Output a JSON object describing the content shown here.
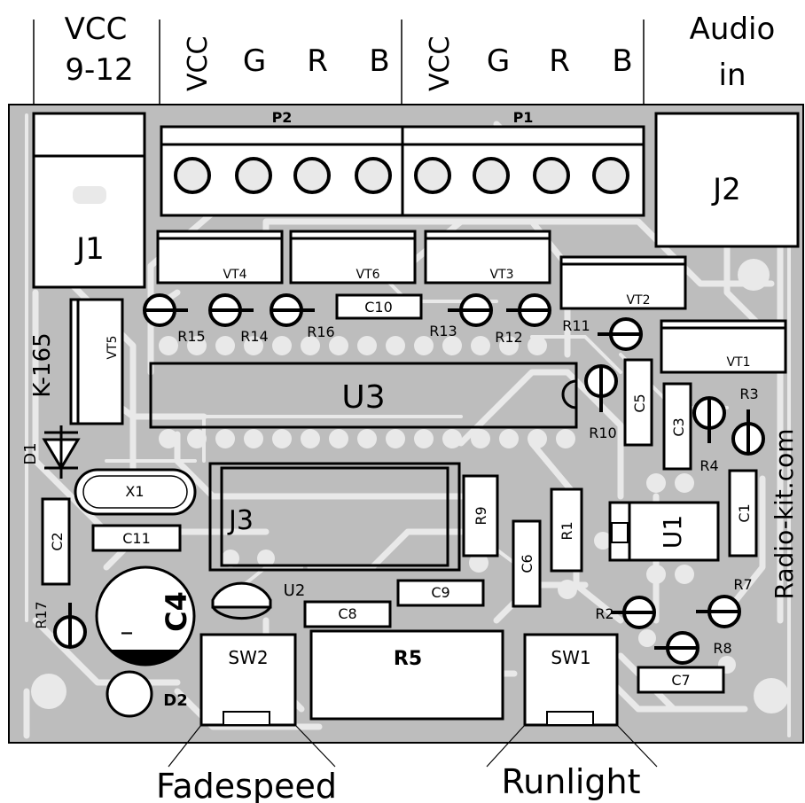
{
  "header": {
    "power_label_line1": "VCC",
    "power_label_line2": "9-12",
    "p2_pins": [
      "VCC",
      "G",
      "R",
      "B"
    ],
    "p1_pins": [
      "VCC",
      "G",
      "R",
      "B"
    ],
    "audio_label_line1": "Audio",
    "audio_label_line2": "in"
  },
  "connectors": {
    "p2": "P2",
    "p1": "P1",
    "j1": "J1",
    "j2": "J2",
    "j3": "J3"
  },
  "components": {
    "vt4": "VT4",
    "vt6": "VT6",
    "vt3": "VT3",
    "vt2": "VT2",
    "vt1": "VT1",
    "vt5": "VT5",
    "c10": "C10",
    "c11": "C11",
    "c9": "C9",
    "c8": "C8",
    "c7": "C7",
    "c5": "C5",
    "c3": "C3",
    "c1": "C1",
    "c2": "C2",
    "c6": "C6",
    "c4": "C4",
    "r15": "R15",
    "r14": "R14",
    "r16": "R16",
    "r13": "R13",
    "r12": "R12",
    "r11": "R11",
    "r10": "R10",
    "r3": "R3",
    "r4": "R4",
    "r9": "R9",
    "r1": "R1",
    "r7": "R7",
    "r2": "R2",
    "r8": "R8",
    "r17": "R17",
    "r5": "R5",
    "u3": "U3",
    "u1": "U1",
    "u2": "U2",
    "x1": "X1",
    "d1": "D1",
    "d2": "D2",
    "sw1": "SW1",
    "sw2": "SW2",
    "kit_id": "K-165",
    "website": "Radio-kit.com",
    "c4_minus": "–"
  },
  "callouts": {
    "fadespeed": "Fadespeed",
    "runlight": "Runlight"
  },
  "colors": {
    "board": "#bdbdbd",
    "trace": "#e9e9e9",
    "silkscreen": "#000000"
  }
}
